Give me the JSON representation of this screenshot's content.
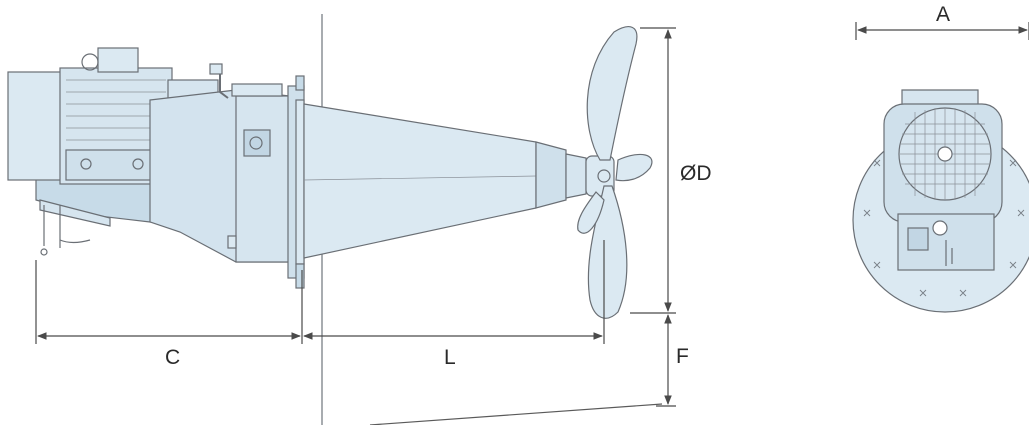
{
  "dimensions": {
    "A": "A",
    "C": "C",
    "L": "L",
    "D": "ØD",
    "F": "F"
  },
  "colors": {
    "body_fill": "#dbe9f2",
    "body_fill_dark": "#c7dbe8",
    "line": "#6a6f75",
    "dim_line": "#4a4a4a"
  }
}
